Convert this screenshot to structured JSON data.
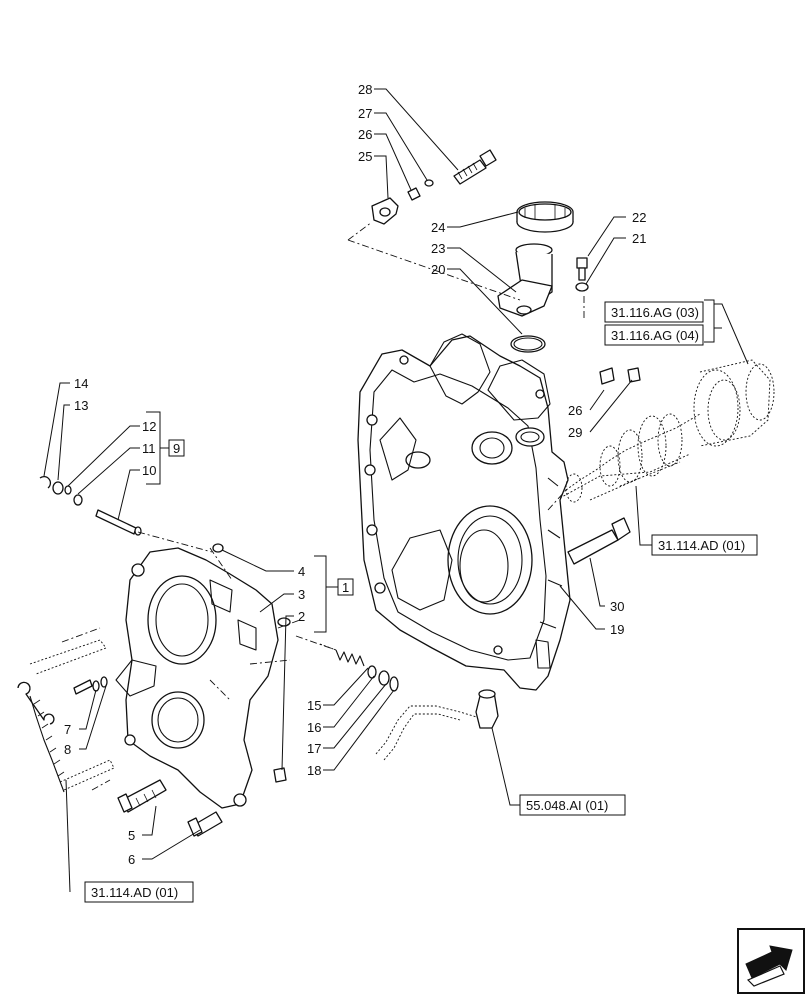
{
  "callouts": {
    "c28": "28",
    "c27": "27",
    "c26a": "26",
    "c25": "25",
    "c24": "24",
    "c23": "23",
    "c20": "20",
    "c22": "22",
    "c21": "21",
    "c14": "14",
    "c13": "13",
    "c12": "12",
    "c11": "11",
    "c10": "10",
    "c9": "9",
    "c4": "4",
    "c3": "3",
    "c2": "2",
    "c1": "1",
    "c7": "7",
    "c8": "8",
    "c5": "5",
    "c6": "6",
    "c15": "15",
    "c16": "16",
    "c17": "17",
    "c18": "18",
    "c26b": "26",
    "c29": "29",
    "c30": "30",
    "c19": "19"
  },
  "references": {
    "ref_31_116_ag_03": "31.116.AG (03)",
    "ref_31_116_ag_04": "31.116.AG (04)",
    "ref_31_114_ad_01_right": "31.114.AD (01)",
    "ref_55_048_ai_01": "55.048.AI (01)",
    "ref_31_114_ad_01_left": "31.114.AD (01)"
  },
  "icons": {
    "navigation": "next-page-arrow-icon"
  }
}
